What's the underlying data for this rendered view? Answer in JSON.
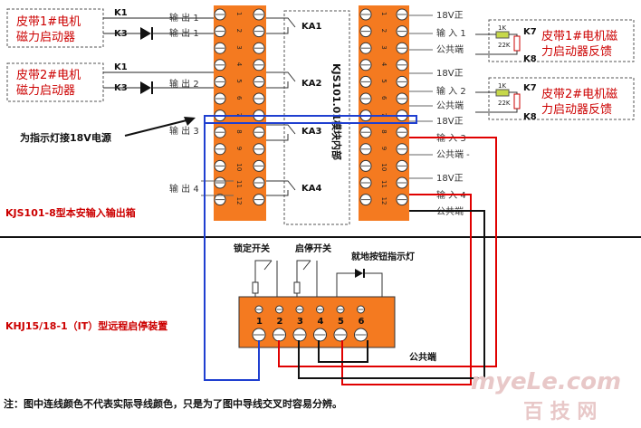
{
  "left_boxes": [
    {
      "line1": "皮带1#电机",
      "line2": "磁力启动器",
      "k_top": "K1",
      "k_bottom": "K3"
    },
    {
      "line1": "皮带2#电机",
      "line2": "磁力启动器",
      "k_top": "K1",
      "k_bottom": "K3"
    }
  ],
  "right_boxes": [
    {
      "line1": "皮带1#电机磁",
      "line2": "力启动器反馈",
      "k_top": "K7",
      "k_bottom": "K8",
      "r_top": "1K",
      "r_bottom": "22K"
    },
    {
      "line1": "皮带2#电机磁",
      "line2": "力启动器反馈",
      "k_top": "K7",
      "k_bottom": "K8",
      "r_top": "1K",
      "r_bottom": "22K"
    }
  ],
  "outputs": [
    "输 出 1",
    "输 出 2",
    "输 出 3",
    "输 出 4"
  ],
  "relays": [
    "KA1",
    "KA2",
    "KA3",
    "KA4"
  ],
  "module_label": "KJS101.01模块内部",
  "right_labels": [
    "18V正",
    "输 入 1",
    "公共端",
    "18V正",
    "输 入 2",
    "公共端",
    "18V正",
    "输 入 3",
    "公共端 -",
    "18V正",
    "输 入 4",
    "公共端"
  ],
  "terminal_numbers": [
    "1",
    "2",
    "3",
    "4",
    "5",
    "6",
    "7",
    "8",
    "9",
    "10",
    "11",
    "12"
  ],
  "indicator_note": "为指示灯接18V电源",
  "top_section_label": "KJS101-8型本安输入输出箱",
  "bottom_section_label": "KHJ15/18-1（IT）型远程启停装置",
  "switch_labels": [
    "锁定开关",
    "启停开关",
    "就地按钮指示灯"
  ],
  "bottom_terminals": [
    "1",
    "2",
    "3",
    "4",
    "5",
    "6"
  ],
  "common_label": "公共端",
  "footnote": "注：图中连线颜色不代表实际导线颜色，只是为了图中导线交叉时容易分辨。",
  "watermark_top": "myeLe.com",
  "watermark_bottom": "百 技 网",
  "colors": {
    "orange": "#f47a20",
    "red": "#e00000",
    "blue": "#1f3fd0",
    "black": "#111111",
    "label_red": "#cc0000"
  }
}
